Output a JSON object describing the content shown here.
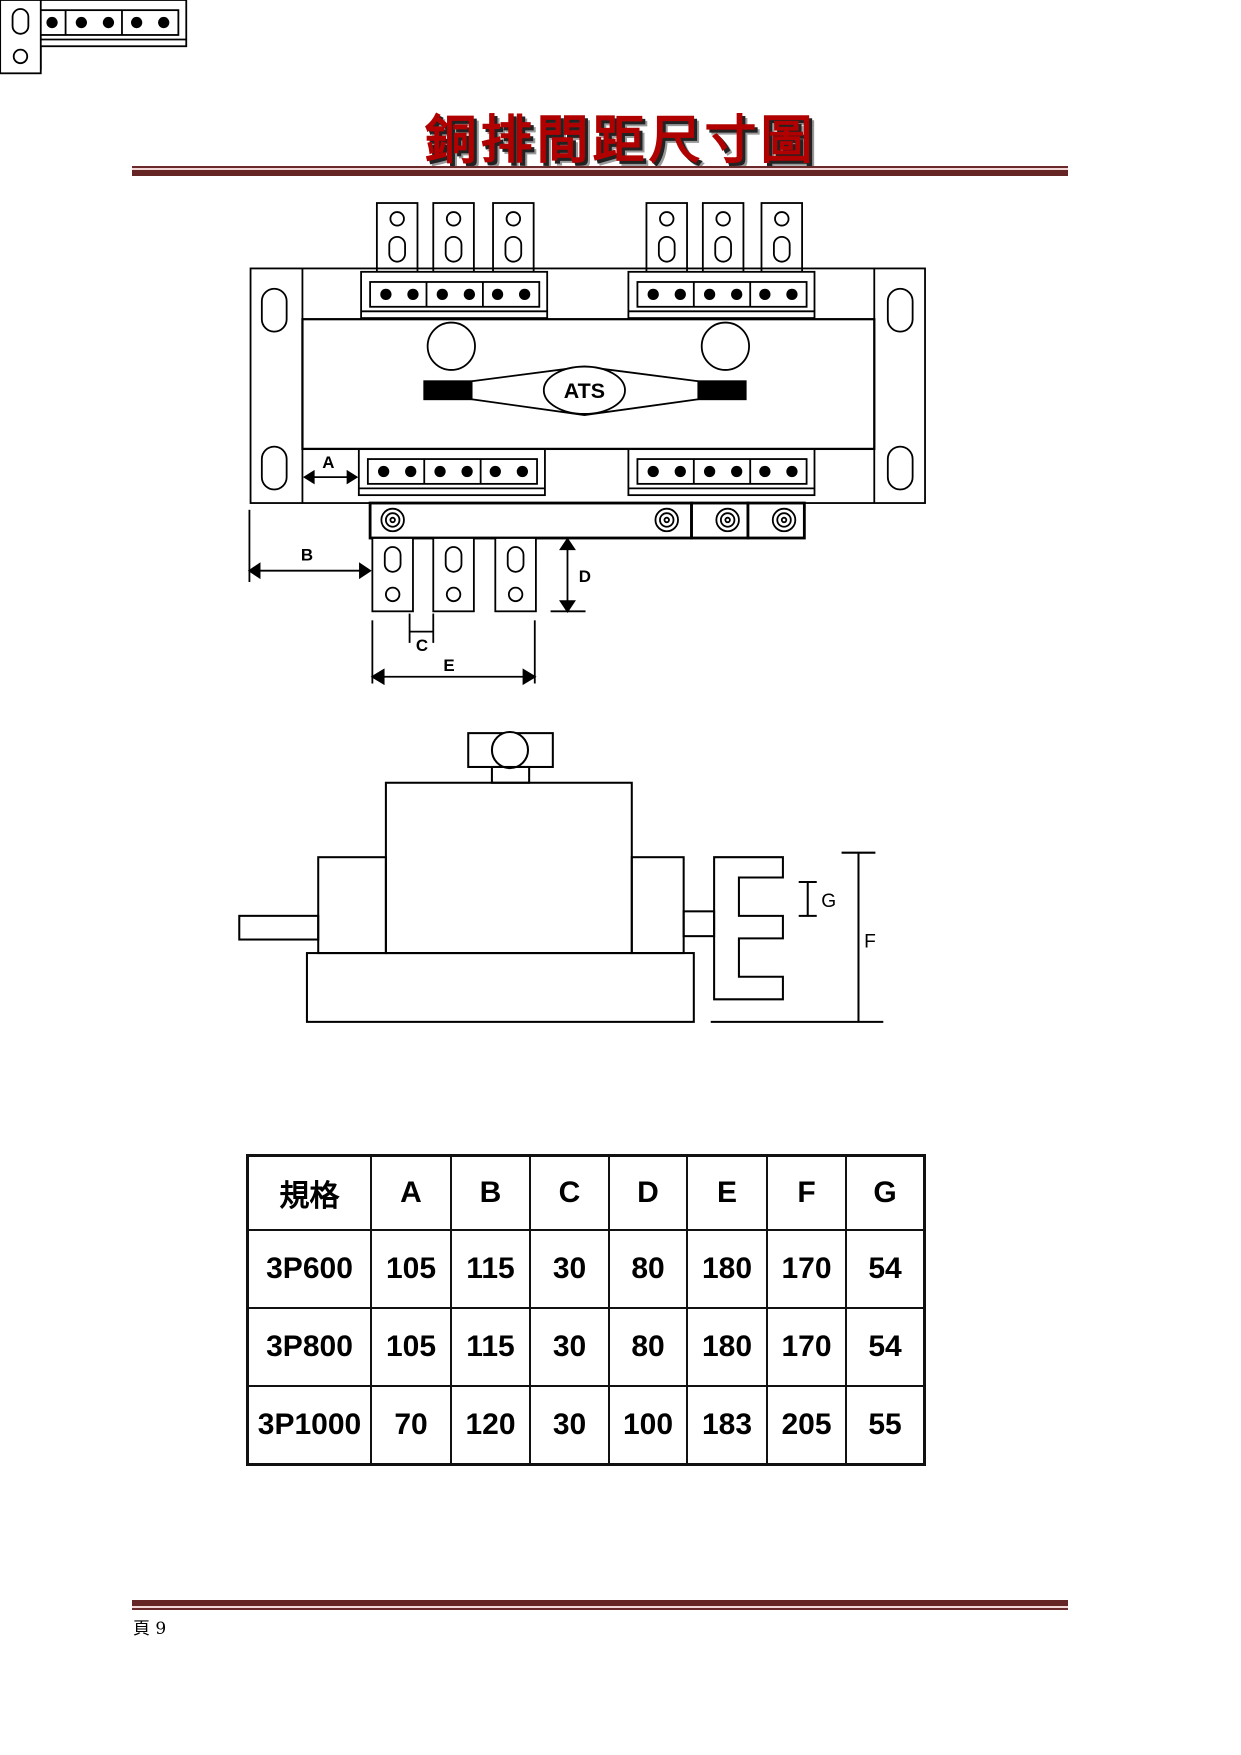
{
  "header": {
    "title": "銅排間距尺寸圖"
  },
  "diagram": {
    "top_view": {
      "center_label": "ATS",
      "dimension_labels": [
        "A",
        "B",
        "C",
        "D",
        "E"
      ]
    },
    "side_view": {
      "dimension_labels": [
        "G",
        "F"
      ]
    }
  },
  "table": {
    "headers": [
      "規格",
      "A",
      "B",
      "C",
      "D",
      "E",
      "F",
      "G"
    ],
    "rows": [
      [
        "3P600",
        "105",
        "115",
        "30",
        "80",
        "180",
        "170",
        "54"
      ],
      [
        "3P800",
        "105",
        "115",
        "30",
        "80",
        "180",
        "170",
        "54"
      ],
      [
        "3P1000",
        "70",
        "120",
        "30",
        "100",
        "183",
        "205",
        "55"
      ]
    ]
  },
  "footer": {
    "page_label": "頁 9"
  },
  "colors": {
    "title": "#b00000",
    "rule": "#662525"
  }
}
